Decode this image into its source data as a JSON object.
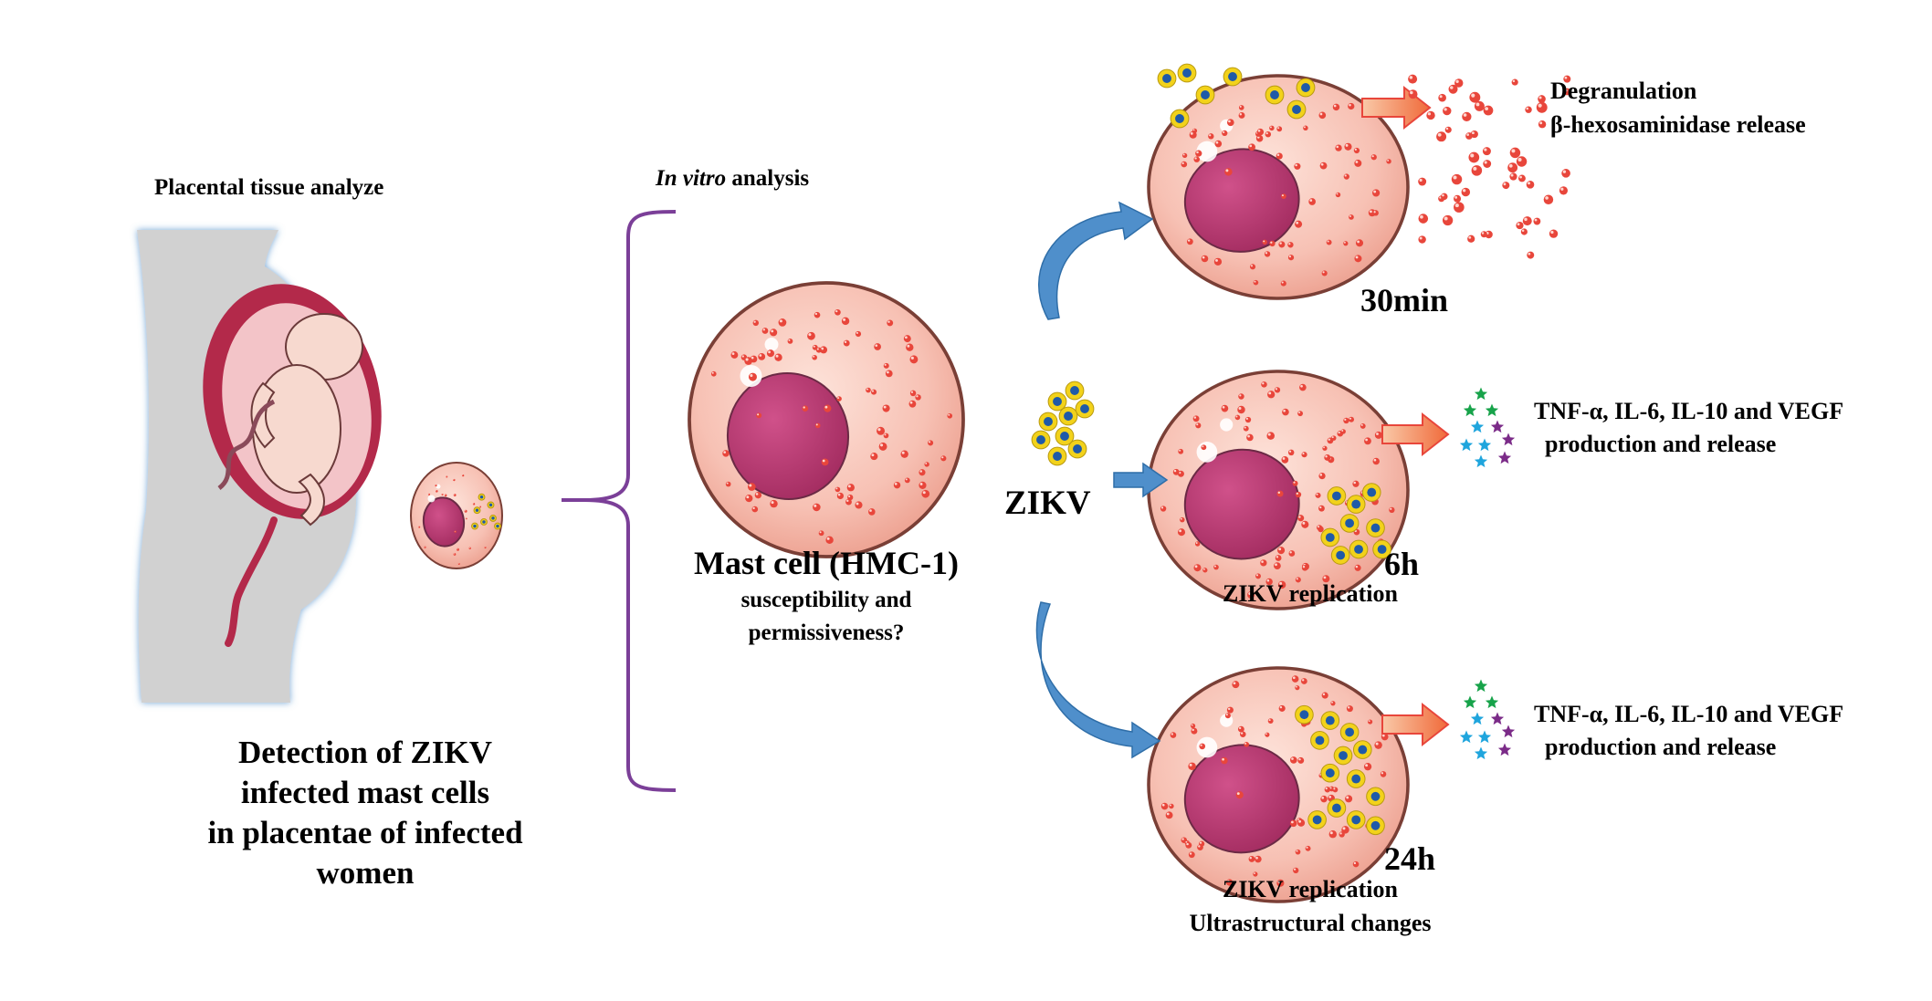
{
  "left": {
    "title": "Placental tissue analyze",
    "detection_lines": [
      "Detection of ZIKV",
      "infected mast cells",
      "in placentae of infected",
      "women"
    ]
  },
  "middle": {
    "in_vitro_italic": "In vitro",
    "in_vitro_rest": " analysis",
    "cell_title": "Mast cell (HMC-1)",
    "cell_sub1": "susceptibility and",
    "cell_sub2": "permissiveness?",
    "virus_label": "ZIKV"
  },
  "right": {
    "t30": {
      "time": "30min",
      "line1": "Degranulation",
      "line2": "β-hexosaminidase release"
    },
    "t6": {
      "time": "6h",
      "caption": "ZIKV replication",
      "line1": "TNF-α, IL-6, IL-10 and VEGF",
      "line2": "production and release"
    },
    "t24": {
      "time": "24h",
      "caption1": "ZIKV replication",
      "caption2": "Ultrastructural changes",
      "line1": "TNF-α, IL-6, IL-10 and VEGF",
      "line2": "production and release"
    }
  },
  "colors": {
    "cell_fill": "#f7c1b4",
    "cell_outline": "#7a3f36",
    "nucleus": "#b8386d",
    "granule": "#e8463b",
    "virus_outer": "#f2d21b",
    "virus_inner": "#1f5aa8",
    "bracket": "#7b3f98",
    "arrow_blue": "#4f8fcb",
    "arrow_red": "#e8463b",
    "star_green": "#17a34a",
    "star_cyan": "#1fa5dd",
    "star_purple": "#7b2b88",
    "silhouette": "#d1d1d1"
  }
}
